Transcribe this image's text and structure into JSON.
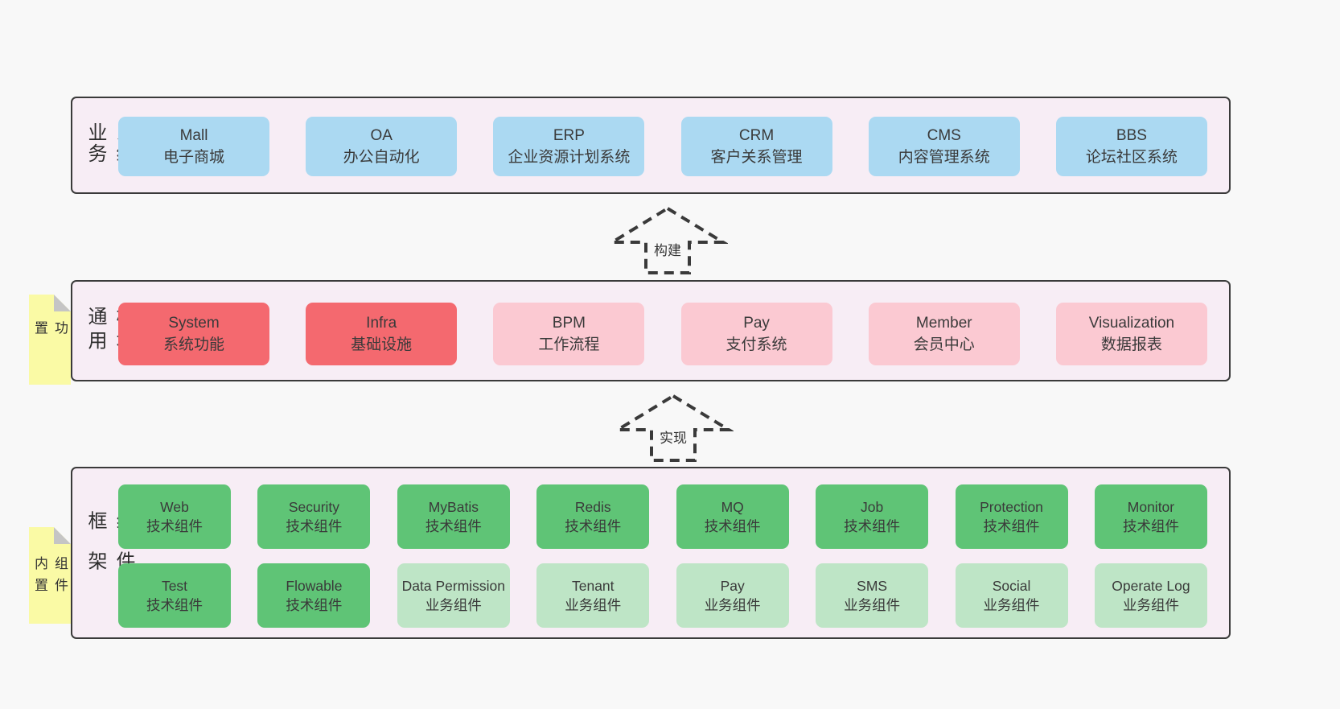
{
  "colors": {
    "page_bg": "#f8f8f8",
    "panel_bg": "#f7edf5",
    "panel_border": "#3a3a3a",
    "blue_box": "#abd9f2",
    "red_box": "#f4696f",
    "pink_box": "#fbc9d2",
    "green_dark_box": "#5fc476",
    "green_light_box": "#bee5c6",
    "note_bg": "#fafaa5",
    "note_fold": "#c5c5c5",
    "text": "#3a3a3a"
  },
  "sections": {
    "business": {
      "label": "业务系统",
      "boxes": [
        {
          "name": "Mall",
          "desc": "电子商城"
        },
        {
          "name": "OA",
          "desc": "办公自动化"
        },
        {
          "name": "ERP",
          "desc": "企业资源计划系统"
        },
        {
          "name": "CRM",
          "desc": "客户关系管理"
        },
        {
          "name": "CMS",
          "desc": "内容管理系统"
        },
        {
          "name": "BBS",
          "desc": "论坛社区系统"
        }
      ]
    },
    "modules": {
      "label": "通用模块",
      "tag": "内置功能",
      "boxes": [
        {
          "name": "System",
          "desc": "系统功能"
        },
        {
          "name": "Infra",
          "desc": "基础设施"
        },
        {
          "name": "BPM",
          "desc": "工作流程"
        },
        {
          "name": "Pay",
          "desc": "支付系统"
        },
        {
          "name": "Member",
          "desc": "会员中心"
        },
        {
          "name": "Visualization",
          "desc": "数据报表"
        }
      ]
    },
    "components": {
      "label": "框架组件",
      "tag": "内置组件",
      "row1": [
        {
          "name": "Web",
          "desc": "技术组件"
        },
        {
          "name": "Security",
          "desc": "技术组件"
        },
        {
          "name": "MyBatis",
          "desc": "技术组件"
        },
        {
          "name": "Redis",
          "desc": "技术组件"
        },
        {
          "name": "MQ",
          "desc": "技术组件"
        },
        {
          "name": "Job",
          "desc": "技术组件"
        },
        {
          "name": "Protection",
          "desc": "技术组件"
        },
        {
          "name": "Monitor",
          "desc": "技术组件"
        }
      ],
      "row2": [
        {
          "name": "Test",
          "desc": "技术组件"
        },
        {
          "name": "Flowable",
          "desc": "技术组件"
        },
        {
          "name": "Data Permission",
          "desc": "业务组件"
        },
        {
          "name": "Tenant",
          "desc": "业务组件"
        },
        {
          "name": "Pay",
          "desc": "业务组件"
        },
        {
          "name": "SMS",
          "desc": "业务组件"
        },
        {
          "name": "Social",
          "desc": "业务组件"
        },
        {
          "name": "Operate Log",
          "desc": "业务组件"
        }
      ]
    }
  },
  "arrows": {
    "build": {
      "label": "构建"
    },
    "implement": {
      "label": "实现"
    }
  }
}
